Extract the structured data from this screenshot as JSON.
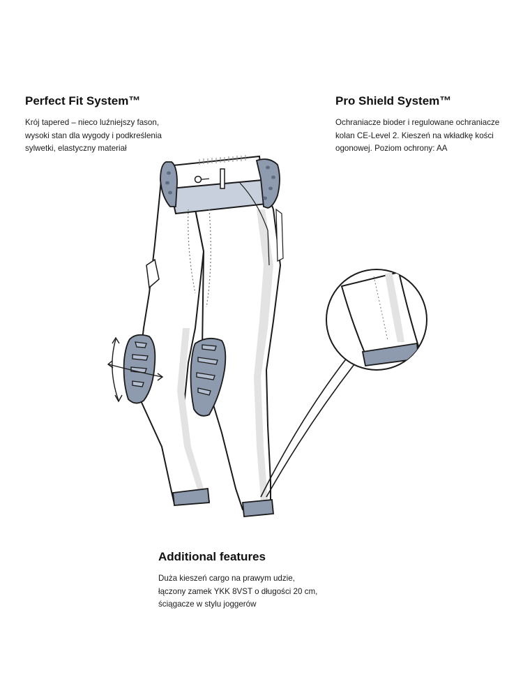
{
  "features": {
    "perfect_fit": {
      "title": "Perfect Fit System™",
      "lines": [
        "Krój tapered – nieco luźniejszy fason,",
        "wysoki stan dla wygody i podkreślenia",
        "sylwetki, elastyczny materiał"
      ]
    },
    "pro_shield": {
      "title": "Pro Shield System™",
      "lines": [
        "Ochraniacze bioder i regulowane ochraniacze",
        "kolan CE-Level 2. Kieszeń na wkładkę kości",
        "ogonowej. Poziom ochrony: AA"
      ]
    },
    "additional": {
      "title": "Additional features",
      "lines": [
        "Duża kieszeń cargo na prawym udzie,",
        "łączony zamek YKK 8VST o długości 20 cm,",
        "ściągacze w stylu joggerów"
      ]
    }
  },
  "colors": {
    "armor": "#8e9aae",
    "armor_light": "#b3bfd0",
    "outline": "#1a1a1a",
    "fabric": "#ffffff",
    "shading": "#e3e3e3"
  },
  "icons": {
    "adjust_arrows": "adjust-arrows-icon",
    "zoom_detail": "magnifier-detail-circle"
  }
}
